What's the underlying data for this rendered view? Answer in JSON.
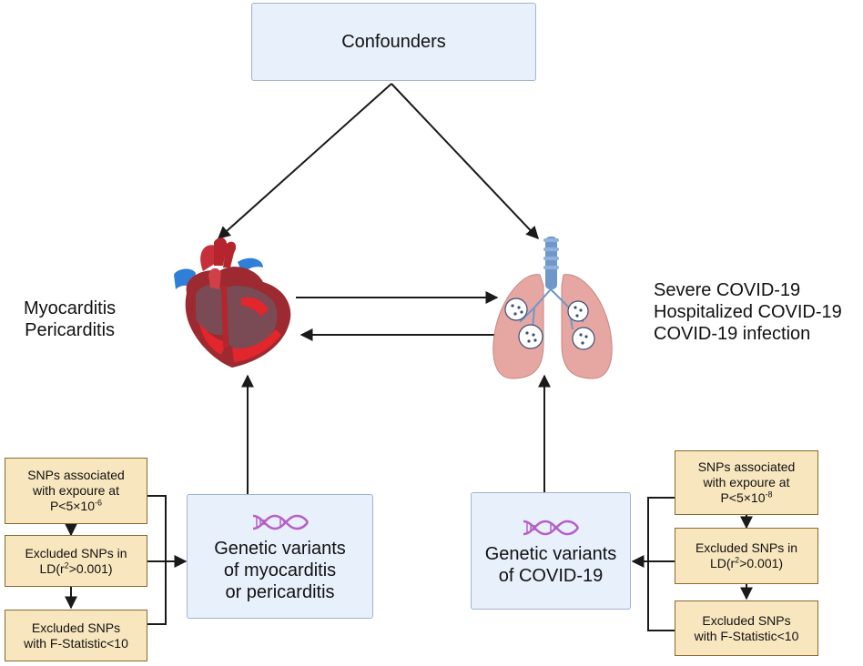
{
  "diagram": {
    "confounders": "Confounders",
    "exposure_label": [
      "Myocarditis",
      "Pericarditis"
    ],
    "outcome_label": [
      "Severe  COVID-19",
      "Hospitalized COVID-19",
      "COVID-19  infection"
    ],
    "left_genetic": [
      "Genetic variants",
      "of  myocarditis",
      "or pericarditis"
    ],
    "right_genetic": [
      "Genetic variants",
      "of  COVID-19"
    ],
    "left_steps": {
      "snp1": {
        "line1": "SNPs associated",
        "line2": "with expoure  at",
        "p_prefix": "P<5×10",
        "p_exp": "-6"
      },
      "snp2": {
        "line1": "Excluded SNPs in",
        "ld_prefix": "LD(r",
        "ld_exp": "2",
        "ld_suffix": ">0.001)"
      },
      "snp3": {
        "line1": "Excluded SNPs",
        "line2": "with F-Statistic<10"
      }
    },
    "right_steps": {
      "snp1": {
        "line1": "SNPs associated",
        "line2": "with expoure  at",
        "p_prefix": "P<5×10",
        "p_exp": "-8"
      },
      "snp2": {
        "line1": "Excluded SNPs in",
        "ld_prefix": "LD(r",
        "ld_exp": "2",
        "ld_suffix": ">0.001)"
      },
      "snp3": {
        "line1": "Excluded SNPs",
        "line2": "with F-Statistic<10"
      }
    },
    "icons": {
      "heart": "heart-illustration",
      "lungs": "lungs-illustration",
      "dna": "dna-icon"
    },
    "colors": {
      "blue_box_fill": "#e8f0fb",
      "tan_box_fill": "#f8e6be",
      "dna": "#b560c9",
      "arrow": "#1a1a1a"
    }
  }
}
